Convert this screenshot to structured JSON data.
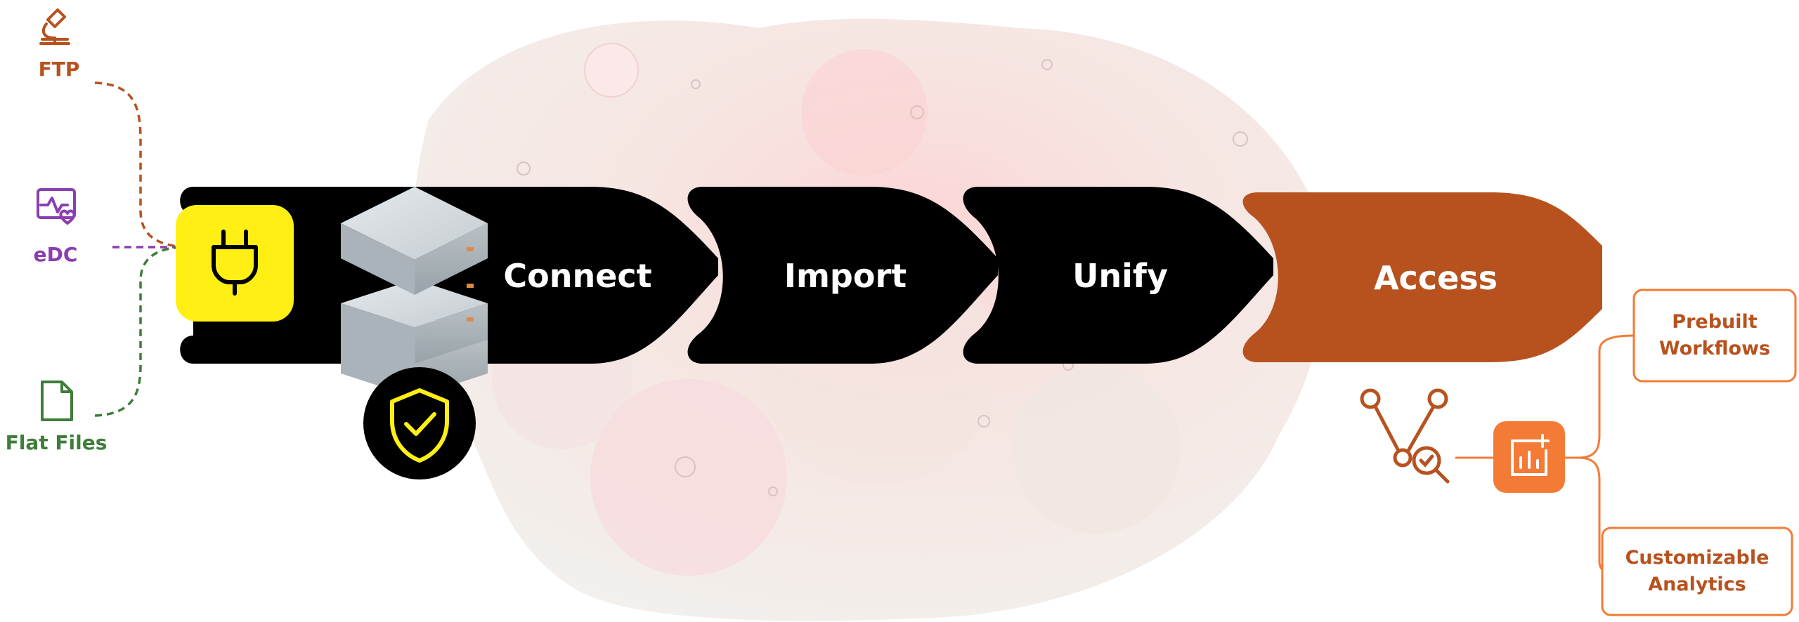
{
  "sources": [
    {
      "label": "FTP",
      "icon": "microscope-icon",
      "color": "#b7521f"
    },
    {
      "label": "eDC",
      "icon": "health-monitor-icon",
      "color": "#8a3fb0"
    },
    {
      "label": "Flat Files",
      "icon": "file-icon",
      "color": "#3f7d3a"
    }
  ],
  "steps": [
    {
      "label": "Connect"
    },
    {
      "label": "Import"
    },
    {
      "label": "Unify"
    },
    {
      "label": "Access"
    }
  ],
  "outputs": [
    {
      "label": "Prebuilt Workflows"
    },
    {
      "label": "Customizable Analytics"
    }
  ],
  "icons": {
    "plug": "plug-icon",
    "server": "server-stack-icon",
    "shield": "shield-check-icon",
    "network_search": "network-search-icon",
    "report": "report-add-icon"
  },
  "colors": {
    "step_dark": "#000000",
    "access": "#b7521f",
    "plug_bg": "#ffef14",
    "report_bg": "#f47b36",
    "output_border": "#f47b36"
  }
}
